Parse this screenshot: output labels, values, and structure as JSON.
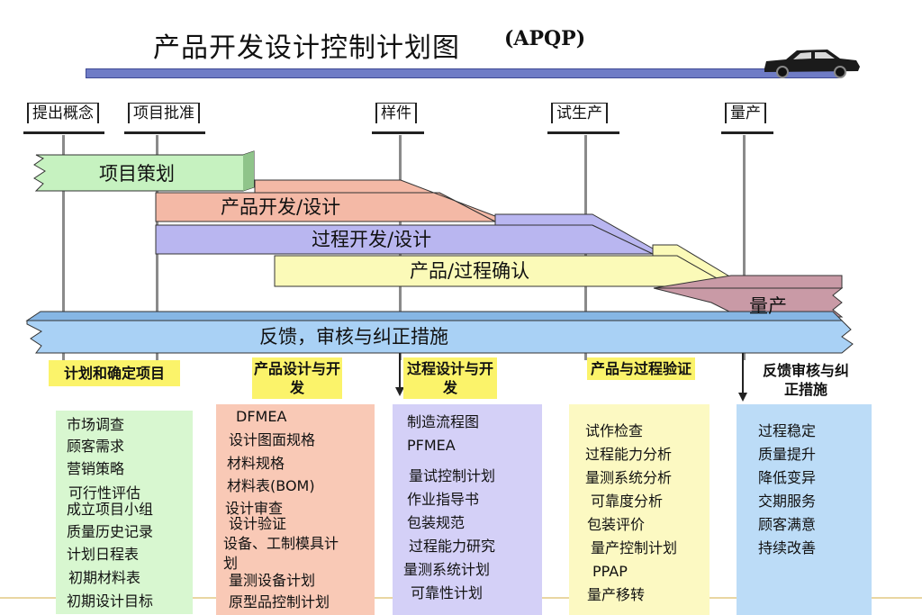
{
  "title": "产品开发设计控制计划图",
  "title_abbr": "(APQP)",
  "milestones": [
    "提出概念",
    "项目批准",
    "样件",
    "试生产",
    "量产"
  ],
  "phases": [
    "项目策划",
    "产品开发/设计",
    "过程开发/设计",
    "产品/过程确认",
    "量产",
    "反馈，审核与纠正措施"
  ],
  "captions": [
    "计划和确定项目",
    "产品设计与开发",
    "过程设计与开发",
    "产品与过程验证",
    "反馈审核与纠正措施"
  ],
  "columns": [
    {
      "items": [
        "市场调查",
        "顾客需求",
        "营销策略",
        "可行性评估",
        "成立项目小组",
        "质量历史记录",
        "计划日程表",
        "初期材料表",
        "初期设计目标"
      ]
    },
    {
      "items": [
        "DFMEA",
        "设计图面规格",
        "材料规格",
        "材料表(BOM)",
        "设计审查",
        "设计验证",
        "设备、工制模具计划",
        "量测设备计划",
        "原型品控制计划"
      ]
    },
    {
      "items": [
        "制造流程图",
        "PFMEA",
        "量试控制计划",
        "作业指导书",
        "包装规范",
        "过程能力研究",
        "量测系统计划",
        "可靠性计划"
      ]
    },
    {
      "items": [
        "试作检查",
        "过程能力分析",
        "量测系统分析",
        "可靠度分析",
        "包装评价",
        "量产控制计划",
        "PPAP",
        "量产移转"
      ]
    },
    {
      "items": [
        "过程稳定",
        "质量提升",
        "降低变异",
        "交期服务",
        "顾客满意",
        "持续改善"
      ]
    }
  ],
  "colors": {
    "timeline": "#6f7cc6",
    "planning": "#c6f2c0",
    "product_dev": "#f4b9a6",
    "process_dev": "#b9b6f0",
    "validation": "#fbfab8",
    "production": "#c99aa6",
    "feedback": "#a9d1f5",
    "caption": "#fbf36a",
    "col1": "#d8f7d0",
    "col2": "#f9c9b6",
    "col3": "#d4d0f7",
    "col4": "#fcf9c2",
    "col5": "#bcdcf7"
  },
  "icons": [
    "car-icon"
  ]
}
